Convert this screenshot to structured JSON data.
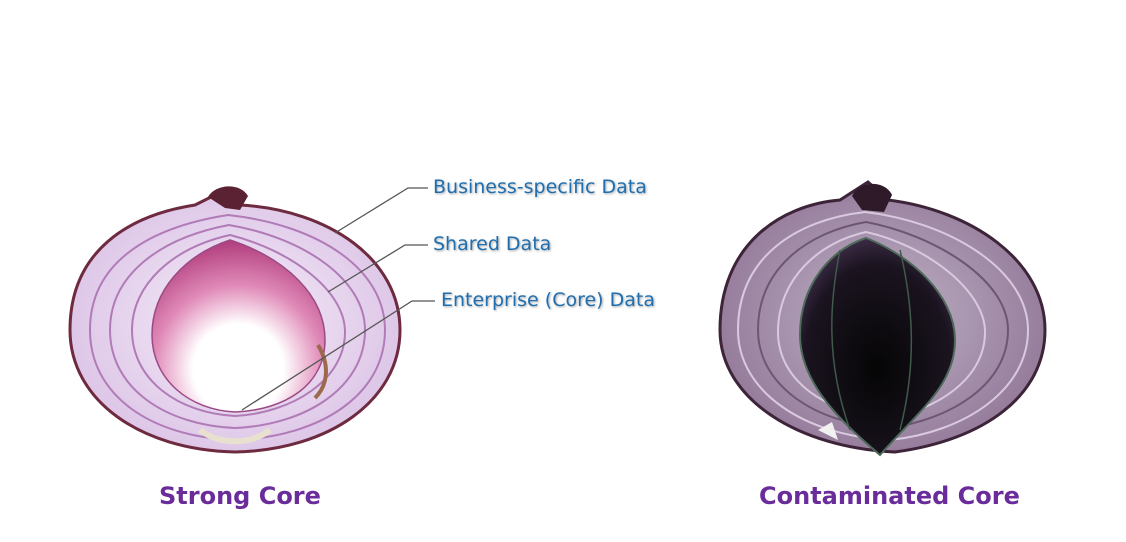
{
  "colors": {
    "callout_text": "#1f6fb0",
    "caption_text": "#6a2c9a",
    "leader_line": "#555555",
    "onion_skin": "#6e2a3e",
    "onion_layer": "#e8d6f0",
    "onion_ring": "#b07bb7",
    "strong_core_outer": "#c04a86",
    "strong_core_inner": "#ffffff",
    "contaminated_core": "#0d0d0d",
    "contaminated_rings": "#a68aa8"
  },
  "callouts": {
    "business": "Business-specific Data",
    "shared": "Shared Data",
    "enterprise": "Enterprise (Core) Data"
  },
  "captions": {
    "strong": "Strong Core",
    "contaminated": "Contaminated Core"
  },
  "icons": {
    "strong_onion": "onion-cross-section-healthy",
    "contaminated_onion": "onion-cross-section-contaminated"
  }
}
